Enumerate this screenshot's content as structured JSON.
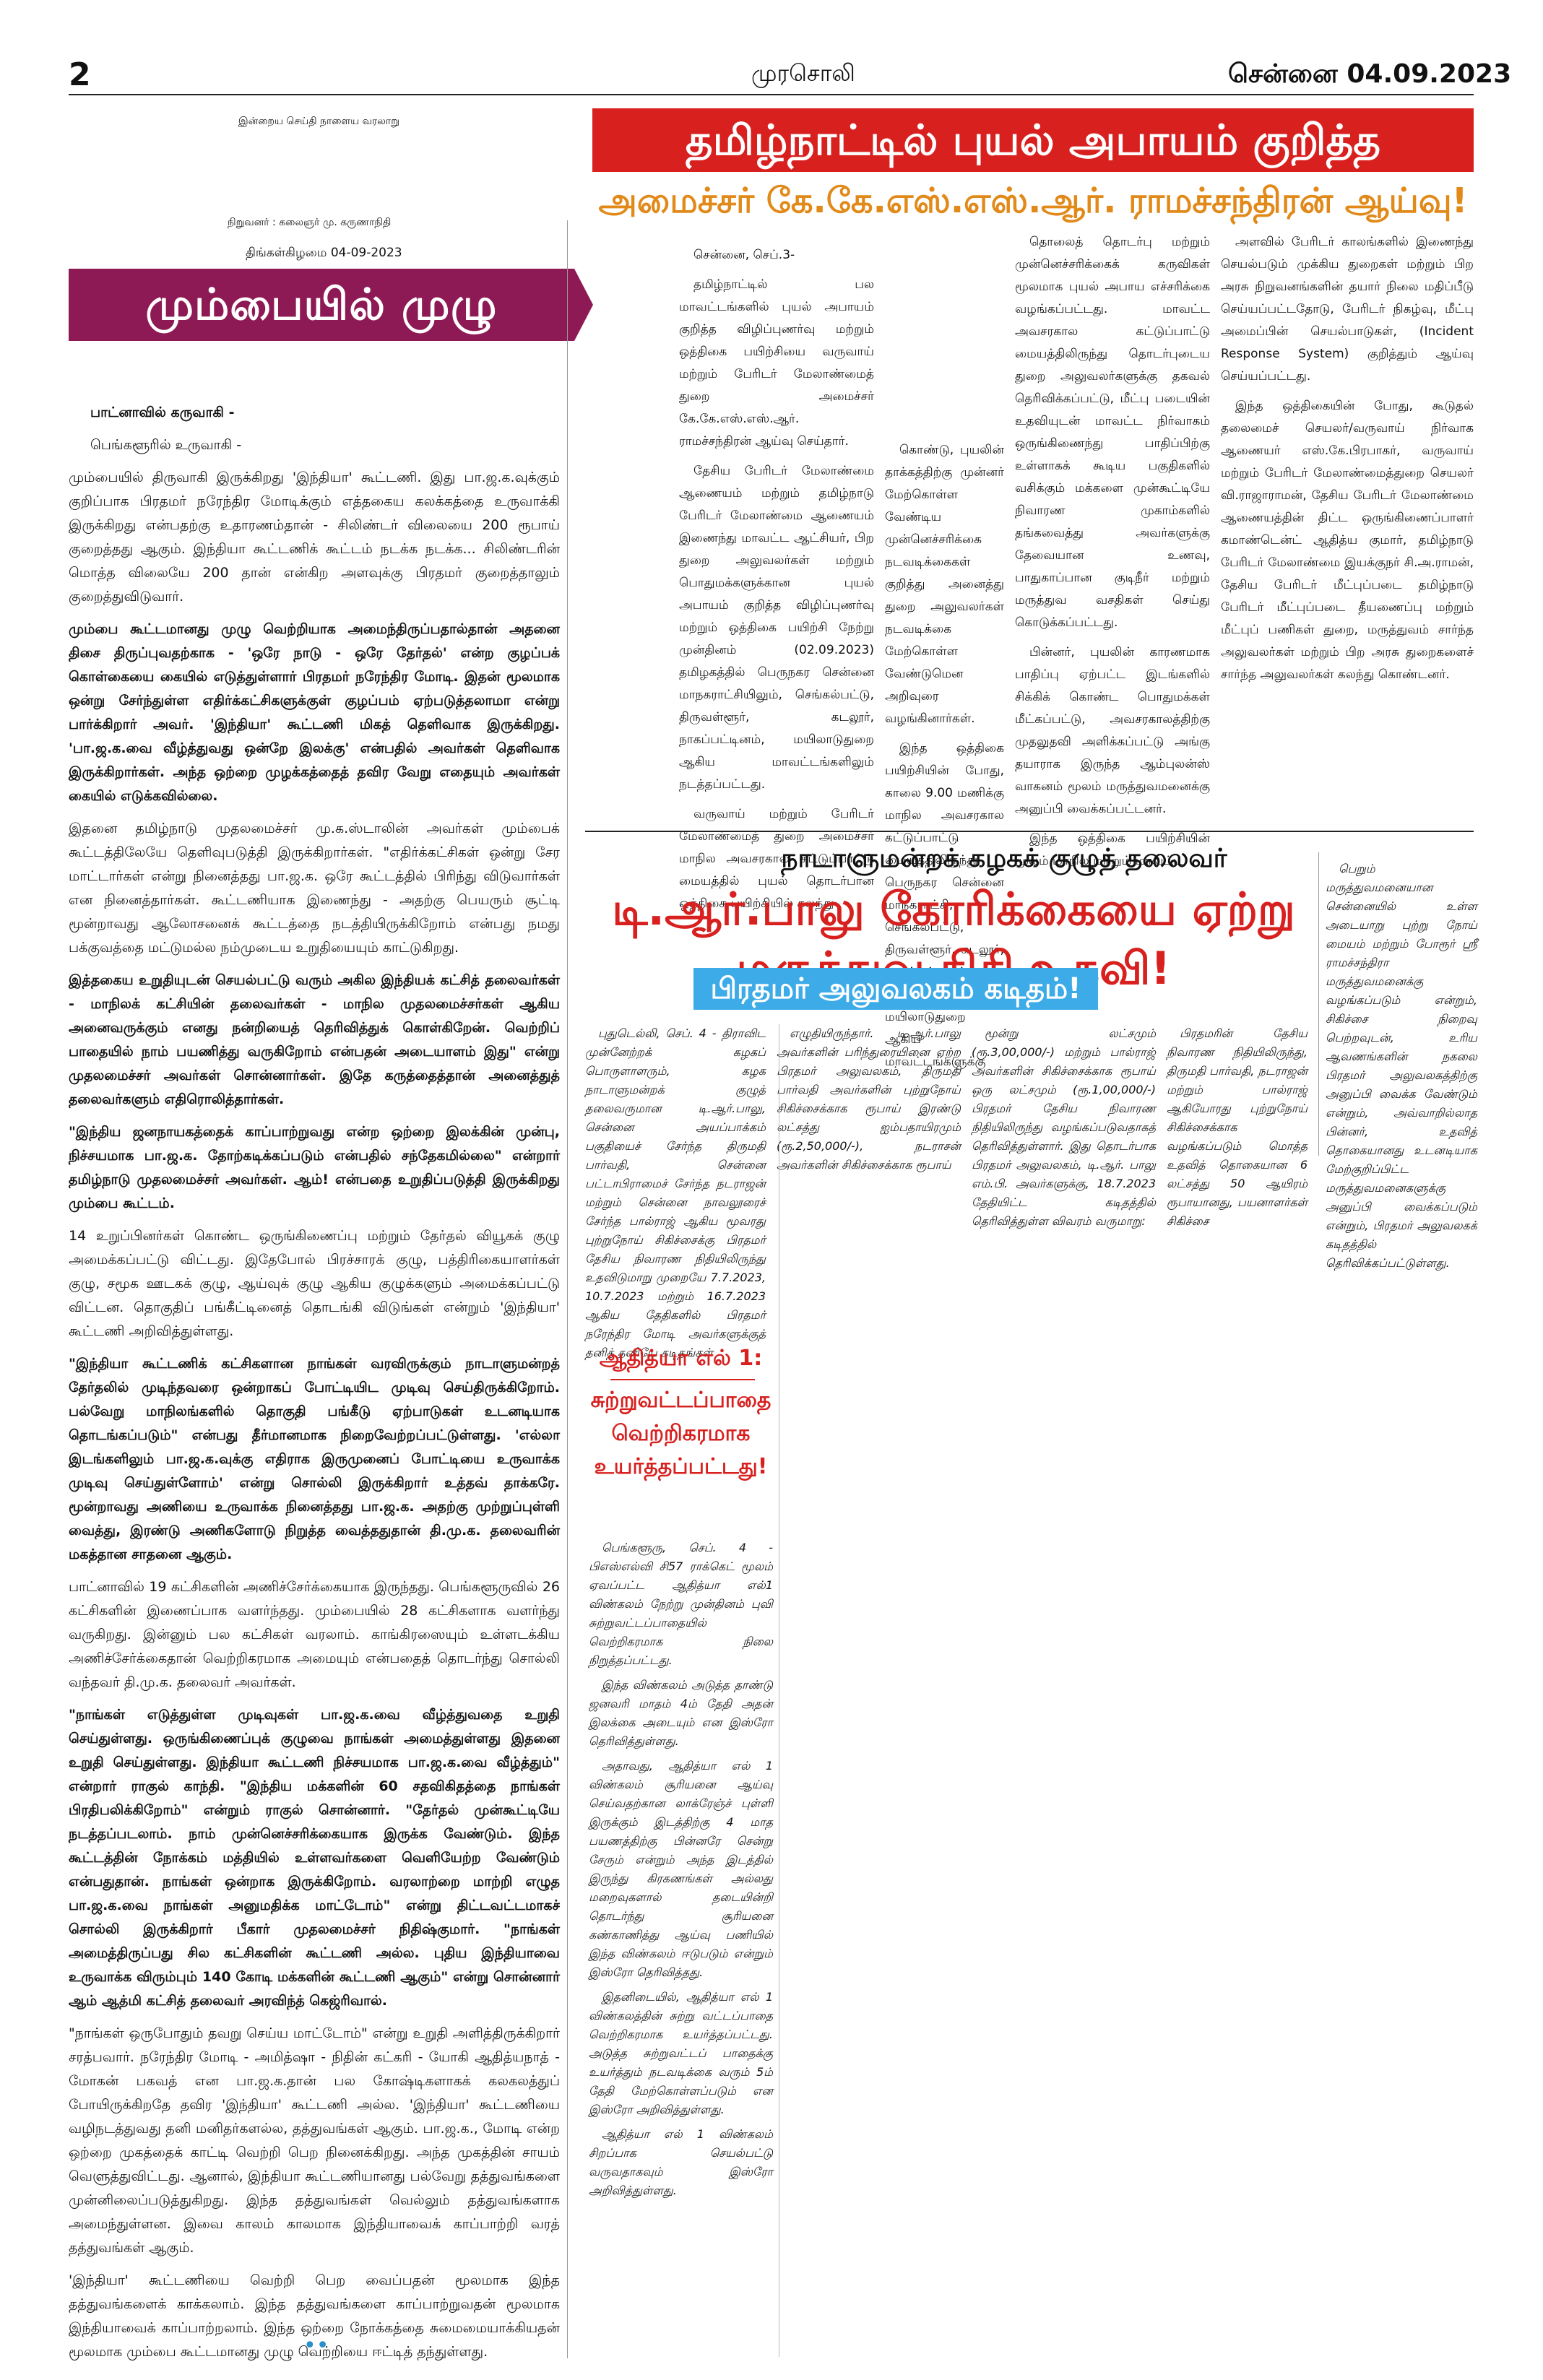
{
  "header": {
    "page_number": "2",
    "paper_name": "முரசொலி",
    "date_line": "சென்னை 04.09.2023"
  },
  "left": {
    "tagline": "இன்றைய செய்தி நாளைய வரலாறு",
    "founder": "நிறுவனர் : கலைஞர் மு. கருணாநிதி",
    "edition_date": "திங்கள்கிழமை 04-09-2023",
    "editorial_title": "மும்பையில் முழு வெற்றி!",
    "intro1": "பாட்னாவில் கருவாகி -",
    "intro2": "பெங்களூரில் உருவாகி -",
    "paragraphs": [
      {
        "bold": false,
        "text": "மும்பையில் திருவாகி இருக்கிறது 'இந்தியா' கூட்டணி. இது பா.ஜ.க.வுக்கும் குறிப்பாக பிரதமர் நரேந்திர மோடிக்கும் எத்தகைய கலக்கத்தை உருவாக்கி இருக்கிறது என்பதற்கு உதாரணம்தான் - சிலிண்டர் விலையை 200 ரூபாய் குறைத்தது ஆகும். இந்தியா கூட்டணிக் கூட்டம் நடக்க நடக்க... சிலிண்டரின் மொத்த விலையே 200 தான் என்கிற அளவுக்கு பிரதமர் குறைத்தாலும் குறைத்துவிடுவார்."
      },
      {
        "bold": true,
        "text": "மும்பை கூட்டமானது முழு வெற்றியாக அமைந்திருப்பதால்தான் அதனை திசை திருப்புவதற்காக - 'ஒரே நாடு - ஒரே தேர்தல்' என்ற குழப்பக் கொள்கையை கையில் எடுத்துள்ளார் பிரதமர் நரேந்திர மோடி. இதன் மூலமாக ஒன்று சேர்ந்துள்ள எதிர்க்கட்சிகளுக்குள் குழப்பம் ஏற்படுத்தலாமா என்று பார்க்கிறார் அவர். 'இந்தியா' கூட்டணி மிகத் தெளிவாக இருக்கிறது. 'பா.ஜ.க.வை வீழ்த்துவது ஒன்றே இலக்கு' என்பதில் அவர்கள் தெளிவாக இருக்கிறார்கள். அந்த ஒற்றை முழக்கத்தைத் தவிர வேறு எதையும் அவர்கள் கையில் எடுக்கவில்லை."
      },
      {
        "bold": false,
        "text": "இதனை தமிழ்நாடு முதலமைச்சர் மு.க.ஸ்டாலின் அவர்கள் மும்பைக் கூட்டத்திலேயே தெளிவுபடுத்தி இருக்கிறார்கள். \"எதிர்க்கட்சிகள் ஒன்று சேர மாட்டார்கள் என்று நினைத்தது பா.ஜ.க. ஒரே கூட்டத்தில் பிரிந்து விடுவார்கள் என நினைத்தார்கள். கூட்டணியாக இணைந்து - அதற்கு பெயரும் சூட்டி மூன்றாவது ஆலோசனைக் கூட்டத்தை நடத்தியிருக்கிறோம் என்பது நமது பக்குவத்தை மட்டுமல்ல நம்முடைய உறுதியையும் காட்டுகிறது."
      },
      {
        "bold": true,
        "text": "இத்தகைய உறுதியுடன் செயல்பட்டு வரும் அகில இந்தியக் கட்சித் தலைவர்கள் - மாநிலக் கட்சியின் தலைவர்கள் - மாநில முதலமைச்சர்கள் ஆகிய அனைவருக்கும் எனது நன்றியைத் தெரிவித்துக் கொள்கிறேன். வெற்றிப் பாதையில் நாம் பயணித்து வருகிறோம் என்பதன் அடையாளம் இது\" என்று முதலமைச்சர் அவர்கள் சொன்னார்கள். இதே கருத்தைத்தான் அனைத்துத் தலைவர்களும் எதிரொலித்தார்கள்."
      },
      {
        "bold": true,
        "text": "\"இந்திய ஜனநாயகத்தைக் காப்பாற்றுவது என்ற ஒற்றை இலக்கின் முன்பு, நிச்சயமாக பா.ஜ.க. தோற்கடிக்கப்படும் என்பதில் சந்தேகமில்லை\" என்றார் தமிழ்நாடு முதலமைச்சர் அவர்கள். ஆம்! என்பதை உறுதிப்படுத்தி இருக்கிறது மும்பை கூட்டம்."
      },
      {
        "bold": false,
        "text": "14 உறுப்பினர்கள் கொண்ட ஒருங்கிணைப்பு மற்றும் தேர்தல் வியூகக் குழு அமைக்கப்பட்டு விட்டது. இதேபோல் பிரச்சாரக் குழு, பத்திரிகையாளர்கள் குழு, சமூக ஊடகக் குழு, ஆய்வுக் குழு ஆகிய குழுக்களும் அமைக்கப்பட்டு விட்டன. தொகுதிப் பங்கீட்டினைத் தொடங்கி விடுங்கள் என்றும் 'இந்தியா' கூட்டணி அறிவித்துள்ளது."
      },
      {
        "bold": true,
        "text": "\"இந்தியா கூட்டணிக் கட்சிகளான நாங்கள் வரவிருக்கும் நாடாளுமன்றத் தேர்தலில் முடிந்தவரை ஒன்றாகப் போட்டியிட முடிவு செய்திருக்கிறோம். பல்வேறு மாநிலங்களில் தொகுதி பங்கீடு ஏற்பாடுகள் உடனடியாக தொடங்கப்படும்\" என்பது தீர்மானமாக நிறைவேற்றப்பட்டுள்ளது. 'எல்லா இடங்களிலும் பா.ஜ.க.வுக்கு எதிராக இருமுனைப் போட்டியை உருவாக்க முடிவு செய்துள்ளோம்' என்று சொல்லி இருக்கிறார் உத்தவ் தாக்கரே. மூன்றாவது அணியை உருவாக்க நினைத்தது பா.ஜ.க. அதற்கு முற்றுப்புள்ளி வைத்து, இரண்டு அணிகளோடு நிறுத்த வைத்ததுதான் தி.மு.க. தலைவரின் மகத்தான சாதனை ஆகும்."
      },
      {
        "bold": false,
        "text": "பாட்னாவில் 19 கட்சிகளின் அணிச்சேர்க்கையாக இருந்தது. பெங்களூருவில் 26 கட்சிகளின் இணைப்பாக வளர்ந்தது. மும்பையில் 28 கட்சிகளாக வளர்ந்து வருகிறது. இன்னும் பல கட்சிகள் வரலாம். காங்கிரஸையும் உள்ளடக்கிய அணிச்சேர்க்கைதான் வெற்றிகரமாக அமையும் என்பதைத் தொடர்ந்து சொல்லி வந்தவர் தி.மு.க. தலைவர் அவர்கள்."
      },
      {
        "bold": true,
        "text": "\"நாங்கள் எடுத்துள்ள முடிவுகள் பா.ஜ.க.வை வீழ்த்துவதை உறுதி செய்துள்ளது. ஒருங்கிணைப்புக் குழுவை நாங்கள் அமைத்துள்ளது இதனை உறுதி செய்துள்ளது. இந்தியா கூட்டணி நிச்சயமாக பா.ஜ.க.வை வீழ்த்தும்\" என்றார் ராகுல் காந்தி. \"இந்திய மக்களின் 60 சதவிகிதத்தை நாங்கள் பிரதிபலிக்கிறோம்\" என்றும் ராகுல் சொன்னார். \"தேர்தல் முன்கூட்டியே நடத்தப்படலாம். நாம் முன்னெச்சரிக்கையாக இருக்க வேண்டும். இந்த கூட்டத்தின் நோக்கம் மத்தியில் உள்ளவர்களை வெளியேற்ற வேண்டும் என்பதுதான். நாங்கள் ஒன்றாக இருக்கிறோம். வரலாற்றை மாற்றி எழுத பா.ஜ.க.வை நாங்கள் அனுமதிக்க மாட்டோம்\" என்று திட்டவட்டமாகச் சொல்லி இருக்கிறார் பீகார் முதலமைச்சர் நிதிஷ்குமார். \"நாங்கள் அமைத்திருப்பது சில கட்சிகளின் கூட்டணி அல்ல. புதிய இந்தியாவை உருவாக்க விரும்பும் 140 கோடி மக்களின் கூட்டணி ஆகும்\" என்று சொன்னார் ஆம் ஆத்மி கட்சித் தலைவர் அரவிந்த் கெஜ்ரிவால்."
      },
      {
        "bold": false,
        "text": "\"நாங்கள் ஒருபோதும் தவறு செய்ய மாட்டோம்\" என்று உறுதி அளித்திருக்கிறார் சரத்பவார். நரேந்திர மோடி - அமித்ஷா - நிதின் கட்கரி - யோகி ஆதித்யநாத் - மோகன் பகவத் என பா.ஜ.க.தான் பல கோஷ்டிகளாகக் கலகலத்துப் போயிருக்கிறதே தவிர 'இந்தியா' கூட்டணி அல்ல. 'இந்தியா' கூட்டணியை வழிநடத்துவது தனி மனிதர்களல்ல, தத்துவங்கள் ஆகும். பா.ஜ.க., மோடி என்ற ஒற்றை முகத்தைக் காட்டி வெற்றி பெற நினைக்கிறது. அந்த முகத்தின் சாயம் வெளுத்துவிட்டது. ஆனால், இந்தியா கூட்டணியானது பல்வேறு தத்துவங்களை முன்னிலைப்படுத்துகிறது. இந்த தத்துவங்கள் வெல்லும் தத்துவங்களாக அமைந்துள்ளன. இவை காலம் காலமாக இந்தியாவைக் காப்பாற்றி வரத் தத்துவங்கள் ஆகும்."
      },
      {
        "bold": false,
        "text": "'இந்தியா' கூட்டணியை வெற்றி பெற வைப்பதன் மூலமாக இந்த தத்துவங்களைக் காக்கலாம். இந்த தத்துவங்களை காப்பாற்றுவதன் மூலமாக இந்தியாவைக் காப்பாற்றலாம். இந்த ஒற்றை நோக்கத்தை சுமைமையாக்கியதன் மூலமாக மும்பை கூட்டமானது முழு வெற்றியை ஈட்டித் தந்துள்ளது."
      }
    ],
    "end_mark": "••"
  },
  "top_story": {
    "headline": "தமிழ்நாட்டில் புயல் அபாயம் குறித்த விழிப்புணர்வு ஒத்திகை!",
    "subheadline": "அமைச்சர் கே.கே.எஸ்.எஸ்.ஆர். ராமச்சந்திரன் ஆய்வு!",
    "col1": [
      "சென்னை, செப்.3-",
      "தமிழ்நாட்டில் பல மாவட்டங்களில் புயல் அபாயம் குறித்த விழிப்புணர்வு மற்றும் ஒத்திகை பயிற்சியை வருவாய் மற்றும் பேரிடர் மேலாண்மைத் துறை அமைச்சர் கே.கே.எஸ்.எஸ்.ஆர். ராமச்சந்திரன் ஆய்வு செய்தார்.",
      "தேசிய பேரிடர் மேலாண்மை ஆணையம் மற்றும் தமிழ்நாடு பேரிடர் மேலாண்மை ஆணையம் இணைந்து மாவட்ட ஆட்சியர், பிற துறை அலுவலர்கள் மற்றும் பொதுமக்களுக்கான புயல் அபாயம் குறித்த விழிப்புணர்வு மற்றும் ஒத்திகை பயிற்சி நேற்று முன்தினம் (02.09.2023) தமிழகத்தில் பெருநகர சென்னை மாநகராட்சியிலும், செங்கல்பட்டு, திருவள்ளூர், கடலூர், நாகப்பட்டினம், மயிலாடுதுறை ஆகிய மாவட்டங்களிலும் நடத்தப்பட்டது.",
      "வருவாய் மற்றும் பேரிடர் மேலாண்மைத் துறை அமைச்சர் மாநில அவசரகால கட்டுப்பாட்டு மையத்தில் புயல் தொடர்பான ஒத்திகை பயிற்சியில் கலந்து"
    ],
    "col2": [
      "கொண்டு, புயலின் தாக்கத்திற்கு முன்னர் மேற்கொள்ள வேண்டிய முன்னெச்சரிக்கை நடவடிக்கைகள் குறித்து அனைத்து துறை அலுவலர்கள் நடவடிக்கை மேற்கொள்ள வேண்டுமென அறிவுரை வழங்கினார்கள்.",
      "இந்த ஒத்திகை பயிற்சியின் போது, காலை 9.00 மணிக்கு மாநில அவசரகால கட்டுப்பாட்டு மையத்திலிருந்து பெருநகர சென்னை மாநகராட்சி, செங்கல்பட்டு, திருவள்ளூர், கடலூர், நாகப்பட்டினம் மற்றும் மயிலாடுதுறை ஆகிய மாவட்டங்களுக்கு"
    ],
    "col3": [
      "தொலைத் தொடர்பு மற்றும் முன்னெச்சரிக்கைக் கருவிகள் மூலமாக புயல் அபாய எச்சரிக்கை வழங்கப்பட்டது. மாவட்ட அவசரகால கட்டுப்பாட்டு மையத்திலிருந்து தொடர்புடைய துறை அலுவலர்களுக்கு தகவல் தெரிவிக்கப்பட்டு, மீட்பு படையின் உதவியுடன் மாவட்ட நிர்வாகம் ஒருங்கிணைந்து பாதிப்பிற்கு உள்ளாகக் கூடிய பகுதிகளில் வசிக்கும் மக்களை முன்கூட்டியே நிவாரண முகாம்களில் தங்கவைத்து அவர்களுக்கு தேவையான உணவு, பாதுகாப்பான குடிநீர் மற்றும் மருத்துவ வசதிகள் செய்து கொடுக்கப்பட்டது.",
      "பின்னர், புயலின் காரணமாக பாதிப்பு ஏற்பட்ட இடங்களில் சிக்கிக் கொண்ட பொதுமக்கள் மீட்கப்பட்டு, அவசரகாலத்திற்கு முதலுதவி அளிக்கப்பட்டு அங்கு தயாராக இருந்த ஆம்புலன்ஸ் வாகனம் மூலம் மருத்துவமனைக்கு அனுப்பி வைக்கப்பட்டனர்.",
      "இந்த ஒத்திகை பயிற்சியின் மூலம் மாநில மற்றும் மாவட்ட"
    ],
    "col4": [
      "அளவில் பேரிடர் காலங்களில் இணைந்து செயல்படும் முக்கிய துறைகள் மற்றும் பிற அரசு நிறுவனங்களின் தயார் நிலை மதிப்பீடு செய்யப்பட்டதோடு, பேரிடர் நிகழ்வு, மீட்பு அமைப்பின் செயல்பாடுகள், (Incident Response System) குறித்தும் ஆய்வு செய்யப்பட்டது.",
      "இந்த ஒத்திகையின் போது, கூடுதல் தலைமைச் செயலர்/வருவாய் நிர்வாக ஆணையர் எஸ்.கே.பிரபாகர், வருவாய் மற்றும் பேரிடர் மேலாண்மைத்துறை செயலர் வி.ராஜாராமன், தேசிய பேரிடர் மேலாண்மை ஆணையத்தின் திட்ட ஒருங்கிணைப்பாளர் கமாண்டென்ட் ஆதித்ய குமார், தமிழ்நாடு பேரிடர் மேலாண்மை இயக்குநர் சி.அ.ராமன், தேசிய பேரிடர் மீட்புப்படை தமிழ்நாடு பேரிடர் மீட்புப்படை தீயணைப்பு மற்றும் மீட்புப் பணிகள் துறை, மருத்துவம் சார்ந்த அலுவலர்கள் மற்றும் பிற அரசு துறைகளைச் சார்ந்த அலுவலர்கள் கலந்து கொண்டனர்."
    ]
  },
  "second_story": {
    "kicker": "நாடாளுமன்றக் கழகக் குழுத் தலைவர்",
    "headline": "டி.ஆர்.பாலு கோரிக்கையை ஏற்று மருத்துவ நிதி உதவி!",
    "subheadline": "பிரதமர் அலுவலகம் கடிதம்!",
    "col1": "புதுடெல்லி, செப். 4 - திராவிட முன்னேற்றக் கழகப் பொருளாளரும், கழக நாடாளுமன்றக் குழுத் தலைவருமான டி.ஆர்.பாலு, சென்னை அயப்பாக்கம் பகுதியைச் சேர்ந்த திருமதி பார்வதி, சென்னை பட்டாபிராமைச் சேர்ந்த நடராஜன் மற்றும் சென்னை நாவலூரைச் சேர்ந்த பால்ராஜ் ஆகிய மூவரது புற்றுநோய் சிகிச்சைக்கு பிரதமர் தேசிய நிவாரண நிதியிலிருந்து உதவிடுமாறு முறையே 7.7.2023, 10.7.2023 மற்றும் 16.7.2023 ஆகிய தேதிகளில் பிரதமர் நரேந்திர மோடி அவர்களுக்குத் தனித் தனியே கடிதங்கள்",
    "col2": "எழுதியிருந்தார். டி.ஆர்.பாலு அவர்களின் பரிந்துரையினை ஏற்ற பிரதமர் அலுவலகம், திருமதி பார்வதி அவர்களின் புற்றுநோய் சிகிச்சைக்காக ரூபாய் இரண்டு லட்சத்து ஐம்பதாயிரமும் (ரூ.2,50,000/-), நடராசன் அவர்களின் சிகிச்சைக்காக ரூபாய்",
    "col3": "மூன்று லட்சமும் (ரூ.3,00,000/-) மற்றும் பால்ராஜ் அவர்களின் சிகிச்சைக்காக ரூபாய் ஒரு லட்சமும் (ரூ.1,00,000/-) பிரதமர் தேசிய நிவாரண நிதியிலிருந்து வழங்கப்படுவதாகத் தெரிவித்துள்ளார். இது தொடர்பாக பிரதமர் அலுவலகம், டி.ஆர். பாலு எம்.பி. அவர்களுக்கு, 18.7.2023 தேதியிட்ட கடிதத்தில் தெரிவித்துள்ள விவரம் வருமாறு:",
    "col4": "பிரதமரின் தேசிய நிவாரண நிதியிலிருந்து, திருமதி பார்வதி, நடராஜன் மற்றும் பால்ராஜ் ஆகியோரது புற்றுநோய் சிகிச்சைக்காக வழங்கப்படும் மொத்த உதவித் தொகையான 6 லட்சத்து 50 ஆயிரம் ரூபாயானது, பயனாளர்கள் சிகிச்சை",
    "col5": "பெறும் மருத்துவமனையான சென்னையில் உள்ள அடையாறு புற்று நோய் மையம் மற்றும் போரூர் ஸ்ரீ ராமச்சந்திரா மருத்துவமனைக்கு வழங்கப்படும் என்றும், சிகிச்சை நிறைவு பெற்றவுடன், உரிய ஆவணங்களின் நகலை பிரதமர் அலுவலகத்திற்கு அனுப்பி வைக்க வேண்டும் என்றும், அவ்வாறில்லாத பின்னர், உதவித் தொகையானது உடனடியாக மேற்குறிப்பிட்ட மருத்துவமனைகளுக்கு அனுப்பி வைக்கப்படும் என்றும், பிரதமர் அலுவலகக் கடிதத்தில் தெரிவிக்கப்பட்டுள்ளது."
  },
  "aditya": {
    "title1": "ஆதித்யா எல் 1:",
    "title2": "சுற்றுவட்டப்பாதை வெற்றிகரமாக உயர்த்தப்பட்டது!",
    "paragraphs": [
      "பெங்களூரு, செப். 4 - பிஎஸ்எல்வி சி57 ராக்கெட் மூலம் ஏவப்பட்ட ஆதித்யா எல்1 விண்கலம் நேற்று முன்தினம் புவி சுற்றுவட்டப்பாதையில் வெற்றிகரமாக நிலை நிறுத்தப்பட்டது.",
      "இந்த விண்கலம் அடுத்த தாண்டு ஜனவரி மாதம் 4ம் தேதி அதன் இலக்கை அடையும் என இஸ்ரோ தெரிவித்துள்ளது.",
      "அதாவது, ஆதித்யா எல் 1 விண்கலம் சூரியனை ஆய்வு செய்வதற்கான லாக்ரேஞ்ச் புள்ளி இருக்கும் இடத்திற்கு 4 மாத பயணத்திற்கு பின்னரே சென்று சேரும் என்றும் அந்த இடத்தில் இருந்து கிரகணங்கள் அல்லது மறைவுகளால் தடையின்றி தொடர்ந்து சூரியனை கண்காணித்து ஆய்வு பணியில் இந்த விண்கலம் ஈடுபடும் என்றும் இஸ்ரோ தெரிவித்தது.",
      "இதனிடையில், ஆதித்யா எல் 1 விண்கலத்தின் சுற்று வட்டப்பாதை வெற்றிகரமாக உயர்த்தப்பட்டது. அடுத்த சுற்றுவட்டப் பாதைக்கு உயர்த்தும் நடவடிக்கை வரும் 5ம் தேதி மேற்கொள்ளப்படும் என இஸ்ரோ அறிவித்துள்ளது.",
      "ஆதித்யா எல் 1 விண்கலம் சிறப்பாக செயல்பட்டு வருவதாகவும் இஸ்ரோ அறிவித்துள்ளது."
    ]
  }
}
